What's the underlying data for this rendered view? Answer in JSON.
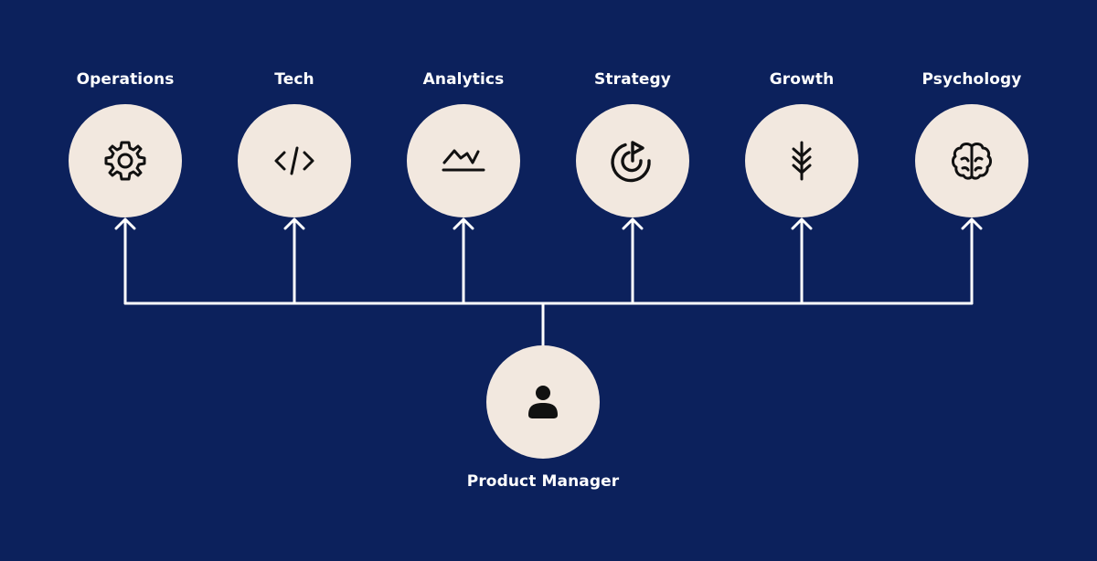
{
  "diagram": {
    "nodes": [
      {
        "label": "Operations",
        "icon": "gear-icon"
      },
      {
        "label": "Tech",
        "icon": "code-icon"
      },
      {
        "label": "Analytics",
        "icon": "line-chart-icon"
      },
      {
        "label": "Strategy",
        "icon": "target-flag-icon"
      },
      {
        "label": "Growth",
        "icon": "plant-growth-icon"
      },
      {
        "label": "Psychology",
        "icon": "brain-icon"
      }
    ],
    "root": {
      "label": "Product Manager",
      "icon": "user-icon"
    }
  },
  "colors": {
    "background": "#0c215c",
    "circle_fill": "#f2e8df",
    "connector": "#ffffff",
    "icon": "#111111",
    "text": "#ffffff"
  }
}
